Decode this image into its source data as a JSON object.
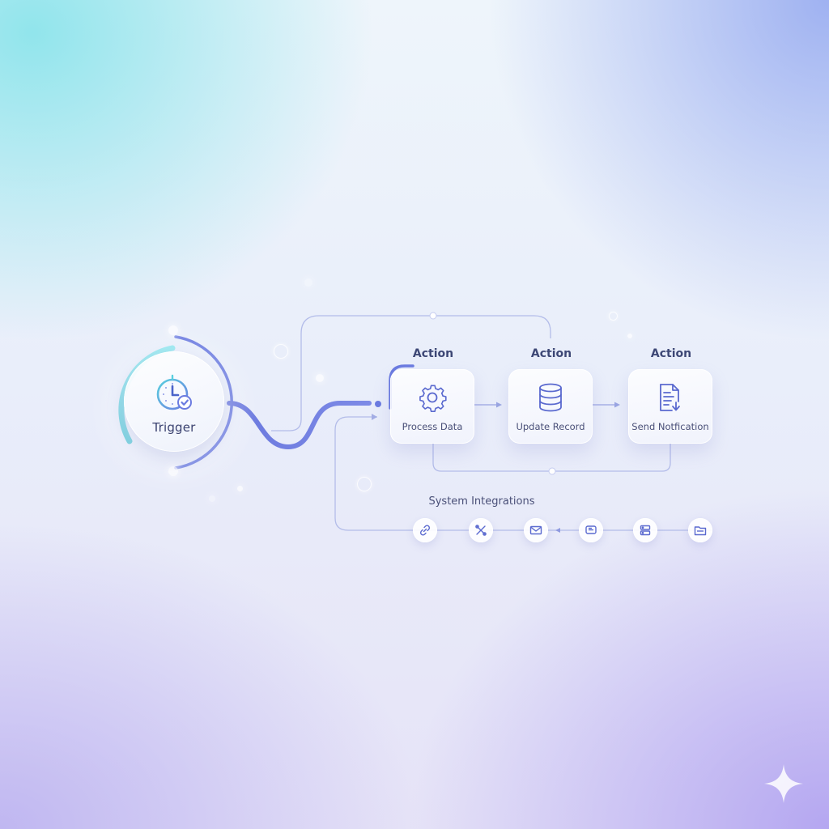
{
  "trigger": {
    "label": "Trigger",
    "icon": "clock-check-icon"
  },
  "actions": [
    {
      "title": "Action",
      "label": "Process Data",
      "icon": "gear-icon"
    },
    {
      "title": "Action",
      "label": "Update Record",
      "icon": "database-icon"
    },
    {
      "title": "Action",
      "label": "Send Notfication",
      "icon": "document-arrow-icon"
    }
  ],
  "integrations": {
    "title": "System Integrations",
    "icons": [
      "link-icon",
      "tools-icon",
      "mail-icon",
      "chat-icon",
      "server-icon",
      "folder-icon"
    ]
  },
  "colors": {
    "accent": "#6b7be0",
    "accent_teal": "#7fdde6",
    "line": "#aab3e6",
    "text": "#3d4775"
  }
}
